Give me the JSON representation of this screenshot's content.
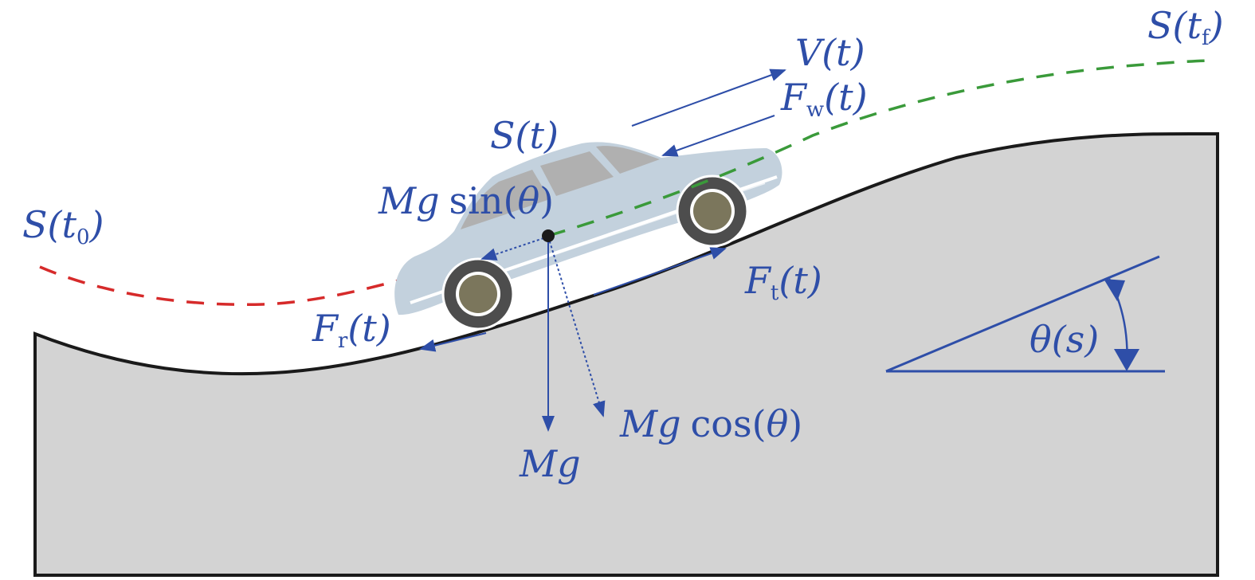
{
  "colors": {
    "label": "#2e4ea8",
    "ground_fill": "#d3d3d3",
    "ground_stroke": "#1a1a1a",
    "past_path": "#d62a2a",
    "future_path": "#3a9a3a",
    "car_body": "#c3d1dd",
    "car_window": "#b0b0b0",
    "tire": "#4d4d4d",
    "hub": "#7b765c"
  },
  "labels": {
    "s_t0": {
      "main": "S(t",
      "sub": "0",
      "tail": ")"
    },
    "s_tf": {
      "main": "S(t",
      "sub": "f",
      "tail": ")"
    },
    "s_t": "S(t)",
    "v_t": "V(t)",
    "fw_t": {
      "main": "F",
      "sub": "w",
      "tail": "(t)"
    },
    "ft_t": {
      "main": "F",
      "sub": "t",
      "tail": "(t)"
    },
    "fr_t": {
      "main": "F",
      "sub": "r",
      "tail": "(t)"
    },
    "mg_sin": {
      "var": "Mg",
      "fn": "sin(",
      "arg": "θ",
      "close": ")"
    },
    "mg_cos": {
      "var": "Mg",
      "fn": "cos(",
      "arg": "θ",
      "close": ")"
    },
    "mg": "Mg",
    "theta_s": "θ(s)"
  },
  "icons": {
    "center_of_mass": "center-of-mass-dot-icon",
    "force_arrow": "arrow-icon",
    "wheel": "wheel-icon"
  }
}
